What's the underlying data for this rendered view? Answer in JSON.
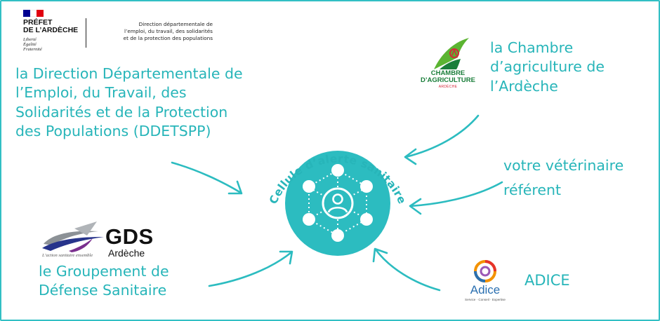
{
  "center": {
    "arc_label": "Cellule d’alerte sanitaire",
    "color": "#2cbcc0",
    "icon": "network-person-icon"
  },
  "partners": {
    "ddetspp": {
      "text": " la Direction Départementale de l’Emploi, du Travail, des Solidarités et de la Protection des Populations (DDETSPP)"
    },
    "chambre": {
      "text": "la Chambre d’agriculture de l’Ardèche"
    },
    "veterinaire": {
      "line1": "votre vétérinaire",
      "line2": "référent"
    },
    "gds": {
      "text": "le Groupement de Défense Sanitaire"
    },
    "adice": {
      "text": "ADICE"
    }
  },
  "logos": {
    "prefet": {
      "title_line1": "PRÉFET",
      "title_line2": "DE L’ARDÈCHE",
      "motto_line1": "Liberté",
      "motto_line2": "Égalité",
      "motto_line3": "Fraternité",
      "dir_line1": "Direction départementale de",
      "dir_line2": "l’emploi, du travail, des solidarités",
      "dir_line3": "et de la protection des populations",
      "flag_colors": [
        "#000091",
        "#ffffff",
        "#e1000f"
      ]
    },
    "chambre": {
      "line1": "CHAMBRE",
      "line2": "D’AGRICULTURE",
      "sub": "ARDÈCHE",
      "color": "#1a7e3a",
      "accent": "#d4283a"
    },
    "gds": {
      "word": "GDS",
      "dept": "Ardèche",
      "tagline": "L’action sanitaire ensemble"
    },
    "adice": {
      "word": "Adice",
      "tagline": "Service · Conseil · Expertise"
    }
  },
  "colors": {
    "teal": "#27b5b9",
    "border": "#32bfc4"
  }
}
